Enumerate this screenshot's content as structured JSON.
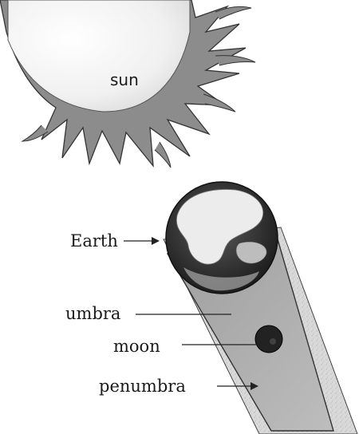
{
  "diagram": {
    "labels": {
      "sun": "sun",
      "earth": "Earth",
      "umbra": "umbra",
      "moon": "moon",
      "penumbra": "penumbra"
    },
    "colors": {
      "sun_body": "#f2f2f2",
      "sun_corona": "#8a8a8a",
      "earth_ocean": "#3a3a3a",
      "earth_land": "#e6e6e6",
      "umbra": "#a9a9a9",
      "penumbra": "#d8d8d8",
      "moon": "#2a2a2a",
      "line": "#222222"
    }
  }
}
